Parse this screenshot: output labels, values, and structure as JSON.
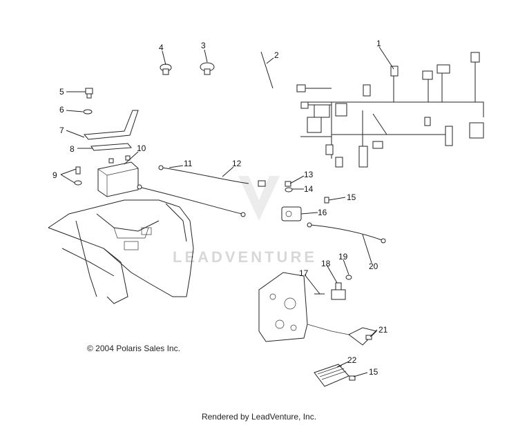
{
  "callouts": [
    "1",
    "2",
    "3",
    "4",
    "5",
    "6",
    "7",
    "8",
    "9",
    "10",
    "11",
    "12",
    "13",
    "14",
    "15",
    "16",
    "17",
    "18",
    "19",
    "20",
    "21",
    "22",
    "15"
  ],
  "watermark": "LEADVENTURE",
  "copyright": "© 2004 Polaris Sales Inc.",
  "footer": "Rendered by LeadVenture, Inc."
}
